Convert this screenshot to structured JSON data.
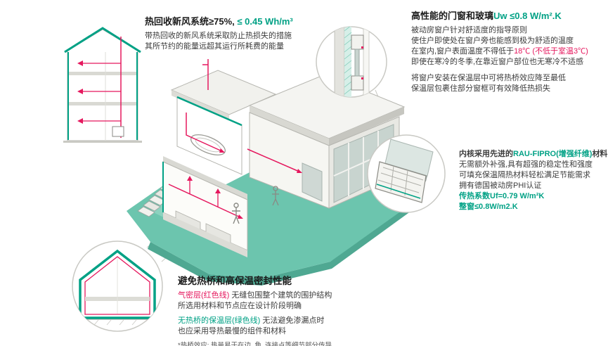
{
  "colors": {
    "teal_accent": "#00a185",
    "magenta_accent": "#e5185e",
    "terrain_teal": "#6cc5ae",
    "callout_line_gray": "#c9c9c4"
  },
  "hrv": {
    "title_black": "热回收新风系统≥75%,",
    "title_teal": " ≤ 0.45 Wh/m³",
    "body": [
      "带热回收的新风系统采取防止热损失的措施",
      "其所节约的能量远超其运行所耗费的能量"
    ]
  },
  "windows": {
    "title_black": "高性能的门窗和玻璃",
    "title_teal": "Uw ≤0.8 W/m².K",
    "p1_l1": "被动房窗户针对舒适度的指导原则",
    "p1_l2": "使住户即使处在窗户旁也能感到极为舒适的温度",
    "p1_l3_black": "在室内,窗户表面温度不得低于",
    "p1_l3_red": "18℃ (不低于室温3℃)",
    "p1_l4": "即使在寒冷的冬季,在靠近窗户部位也无寒冷不适感",
    "p2_l1": "将窗户安装在保温层中可将热桥效应降至最低",
    "p2_l2": "保温层包裹住部分窗框可有效降低热损失"
  },
  "profile": {
    "l1_black1": "内核采用先进的",
    "l1_teal": "RAU-FIPRO(增强纤维)",
    "l1_black2": "材料",
    "l2": "无需额外补强,具有超强的稳定性和强度",
    "l3": "可填充保温隔热材料轻松满足节能需求",
    "l4": "拥有德国被动房PHI认证",
    "l5_teal": "传热系数Uf=0.79 W/m²K",
    "l6_teal": "整窗≤0.8W/m2.K"
  },
  "thermal": {
    "title": "避免热桥和高保温密封性能",
    "l1_red": "气密层(红色线)",
    "l1_black": " 无缝包围整个建筑的围护结构",
    "l2": "所选用材料和节点应在设计阶段明确",
    "l3_teal": "无热桥的保温层(绿色线)",
    "l3_black": " 无法避免渗漏点时",
    "l4": "也应采用导热最慢的组件和材料",
    "footnote": "*热桥效应: 热量易于在边, 角, 连接点等细节部分传导"
  }
}
